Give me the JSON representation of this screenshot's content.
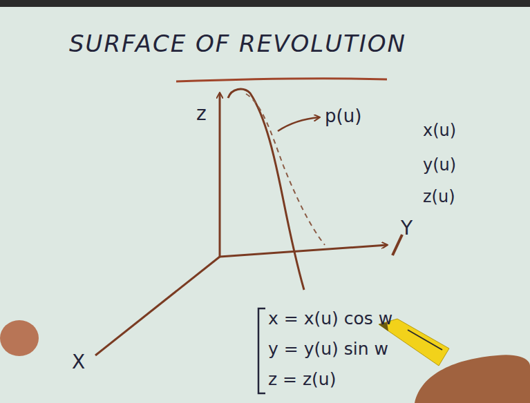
{
  "diagram": {
    "title": "SURFACE OF REVOLUTION",
    "labels": [
      "z",
      "p(u)",
      "x(u)",
      "y(u)",
      "z(u)",
      "Y",
      "X",
      "x = x(u) cos w",
      "y = y(u) sin w",
      "z = z(u)"
    ]
  }
}
